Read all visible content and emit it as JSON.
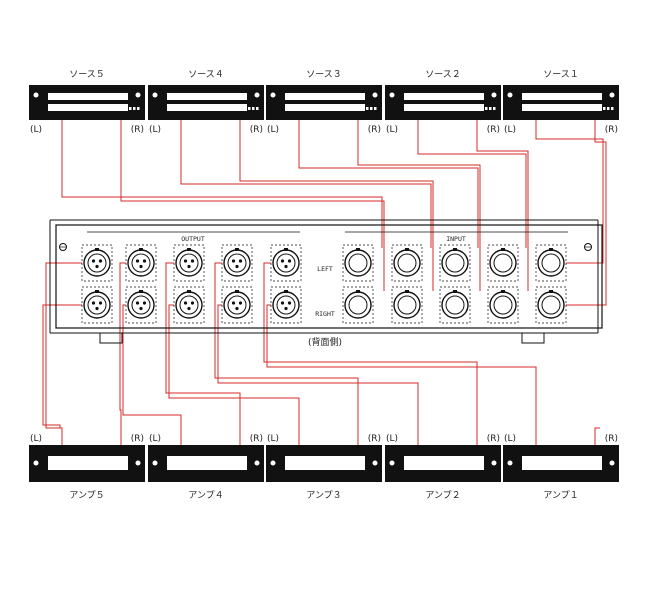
{
  "sources": [
    {
      "label": "ソース５",
      "left": "(L)",
      "right": "(R)"
    },
    {
      "label": "ソース４",
      "left": "(L)",
      "right": "(R)"
    },
    {
      "label": "ソース３",
      "left": "(L)",
      "right": "(R)"
    },
    {
      "label": "ソース２",
      "left": "(L)",
      "right": "(R)"
    },
    {
      "label": "ソース１",
      "left": "(L)",
      "right": "(R)"
    }
  ],
  "amps": [
    {
      "label": "アンプ５",
      "left": "(L)",
      "right": "(R)"
    },
    {
      "label": "アンプ４",
      "left": "(L)",
      "right": "(R)"
    },
    {
      "label": "アンプ３",
      "left": "(L)",
      "right": "(R)"
    },
    {
      "label": "アンプ２",
      "left": "(L)",
      "right": "(R)"
    },
    {
      "label": "アンプ１",
      "left": "(L)",
      "right": "(R)"
    }
  ],
  "panel": {
    "output_label": "OUTPUT",
    "input_label": "INPUT",
    "left_label": "LEFT",
    "right_label": "RIGHT",
    "caption": "(背面側)"
  },
  "colors": {
    "wire": "#d42a2a",
    "outline": "#111111"
  },
  "icons": [
    "xlr-connector-icon",
    "mounting-screw-icon"
  ]
}
